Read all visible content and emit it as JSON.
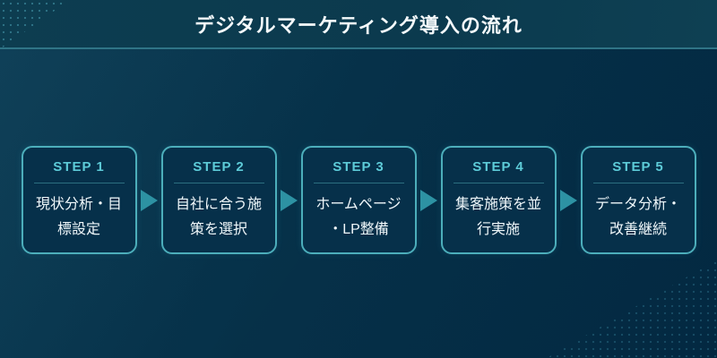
{
  "header": {
    "title": "デジタルマーケティング導入の流れ"
  },
  "steps": [
    {
      "step_label": "STEP 1",
      "title": "現状分析・目\n標設定"
    },
    {
      "step_label": "STEP 2",
      "title": "自社に合う施\n策を選択"
    },
    {
      "step_label": "STEP 3",
      "title": "ホームページ\n・LP整備"
    },
    {
      "step_label": "STEP 4",
      "title": "集客施策を並\n行実施"
    },
    {
      "step_label": "STEP 5",
      "title": "データ分析・\n改善継続"
    }
  ],
  "icons": {
    "arrow": "triangle-right"
  },
  "colors": {
    "header_background": "#0d3c4f",
    "main_background": "#063149",
    "divider_line": "#2f7486",
    "box_background": "#06304a",
    "box_border": "#4caebb",
    "step_label_text": "#5dcbd8",
    "body_text": "#f0f7fa",
    "arrow": "#2d92a3"
  }
}
